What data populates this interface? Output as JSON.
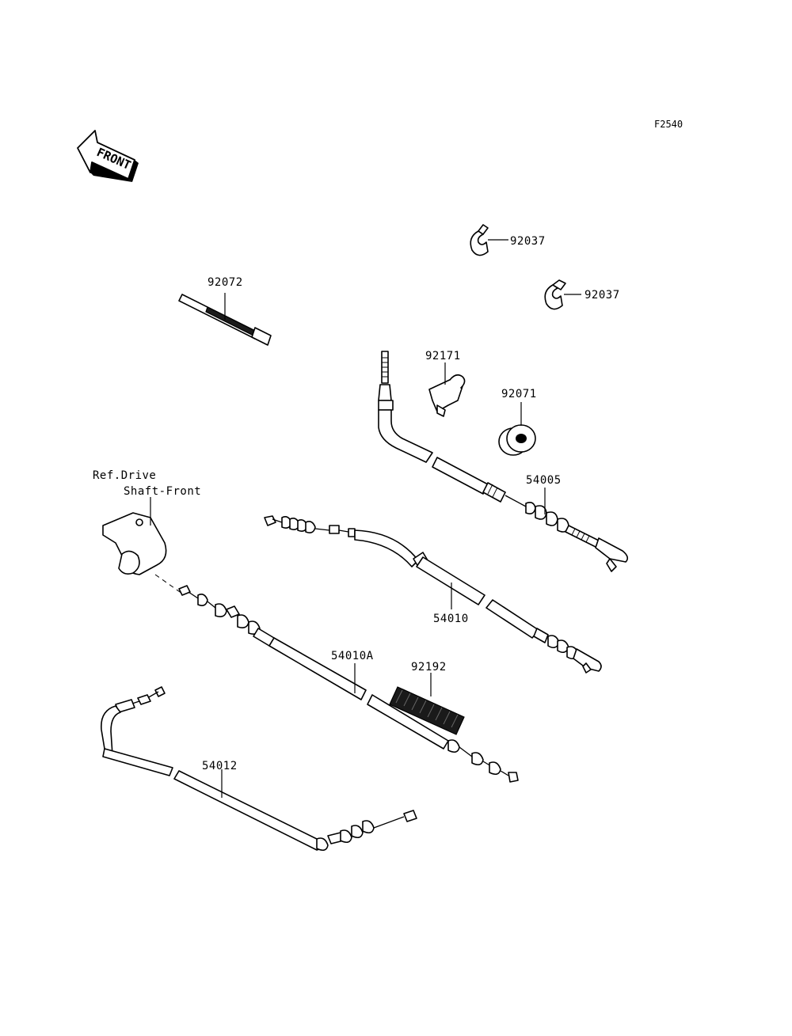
{
  "figure_code": "F2540",
  "front_marker": "FRONT",
  "parts": {
    "clamp_top": "92037",
    "clamp_mid": "92037",
    "band": "92072",
    "holder": "92171",
    "grommet": "92071",
    "throttle_cable": "54005",
    "clutch_cable": "54010",
    "clutch_cable_a": "54010A",
    "tube": "92192",
    "choke_cable": "54012"
  },
  "reference": {
    "line1": "Ref.Drive",
    "line2": "Shaft-Front"
  }
}
